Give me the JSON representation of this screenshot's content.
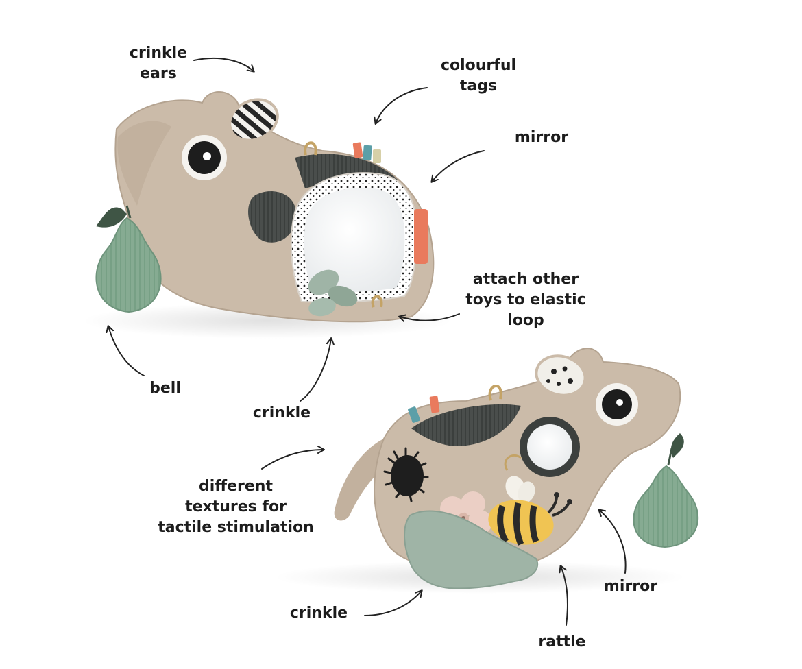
{
  "callouts": {
    "crinkle_ears": [
      "crinkle",
      "ears"
    ],
    "colourful_tags": [
      "colourful",
      "tags"
    ],
    "mirror_top": [
      "mirror"
    ],
    "attach_loop": [
      "attach other",
      "toys to elastic",
      "loop"
    ],
    "bell": [
      "bell"
    ],
    "crinkle_mid": [
      "crinkle"
    ],
    "textures": [
      "different",
      "textures for",
      "tactile stimulation"
    ],
    "crinkle_bottom": [
      "crinkle"
    ],
    "rattle": [
      "rattle"
    ],
    "mirror_bottom": [
      "mirror"
    ]
  },
  "colors": {
    "plush_body": "#cbbba9",
    "plush_shade": "#b4a390",
    "pear_green": "#86ab92",
    "pear_dark": "#6e947c",
    "leaf_dark": "#3f5545",
    "corduroy_dark": "#464a48",
    "mirror_silver": "#f1f3f4",
    "tag_orange": "#e97a5d",
    "tag_teal": "#5c9fa8",
    "loop_gold": "#c4a366",
    "bee_yellow": "#f0c453",
    "flower_pink": "#ebcfc5",
    "lovey_green": "#9fb4a6",
    "arrow_ink": "#222222"
  },
  "icons": [
    "arrow-icon"
  ]
}
